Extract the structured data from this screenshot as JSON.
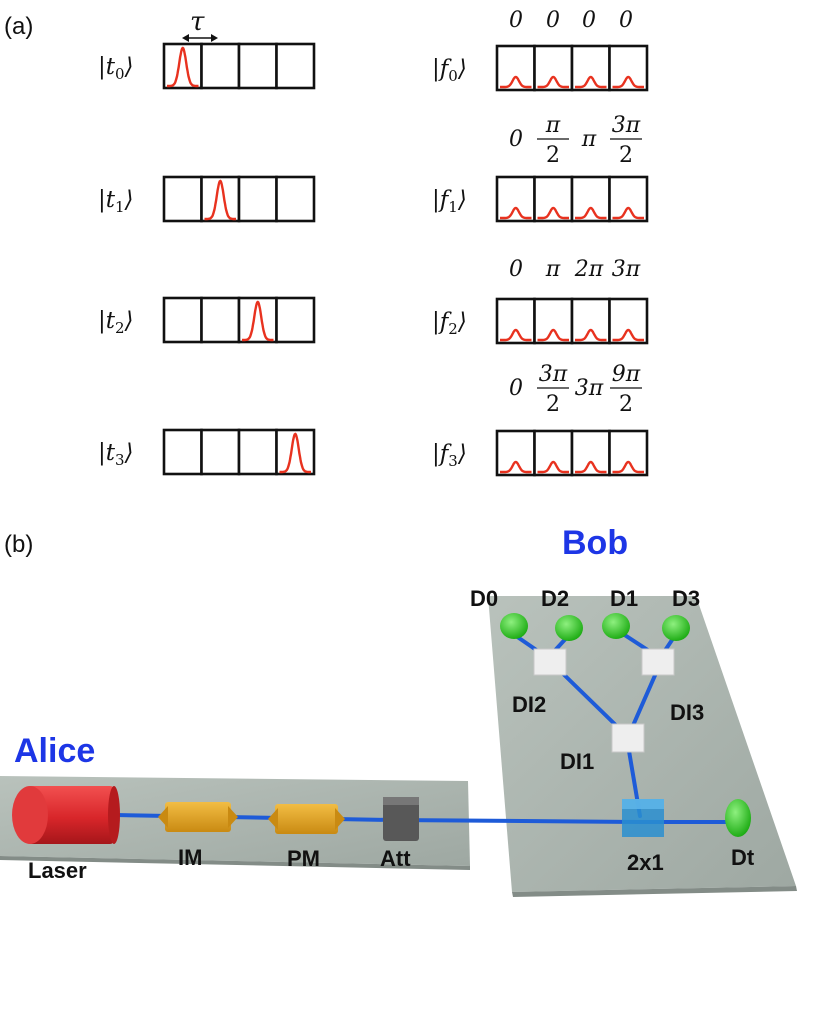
{
  "panel_a": {
    "label": "(a)",
    "tau": "τ",
    "time_bins": [
      {
        "ket": "t",
        "sub": "0",
        "bin": 0
      },
      {
        "ket": "t",
        "sub": "1",
        "bin": 1
      },
      {
        "ket": "t",
        "sub": "2",
        "bin": 2
      },
      {
        "ket": "t",
        "sub": "3",
        "bin": 3
      }
    ],
    "phase_states": [
      {
        "ket": "f",
        "sub": "0",
        "phases": [
          "0",
          "0",
          "0",
          "0"
        ]
      },
      {
        "ket": "f",
        "sub": "1",
        "phases": [
          "0",
          "π/2",
          "π",
          "3π/2"
        ]
      },
      {
        "ket": "f",
        "sub": "2",
        "phases": [
          "0",
          "π",
          "2π",
          "3π"
        ]
      },
      {
        "ket": "f",
        "sub": "3",
        "phases": [
          "0",
          "3π/2",
          "3π",
          "9π/2"
        ]
      }
    ]
  },
  "panel_b": {
    "label": "(b)",
    "alice": "Alice",
    "bob": "Bob",
    "alice_components": [
      "Laser",
      "IM",
      "PM",
      "Att"
    ],
    "bob_components": {
      "coupler": "2x1",
      "interferometers": [
        "DI1",
        "DI2",
        "DI3"
      ],
      "detectors": [
        "D0",
        "D2",
        "D1",
        "D3",
        "Dt"
      ]
    }
  },
  "colors": {
    "pulse": "#e8321f",
    "label_blue": "#1d36e6",
    "beam": "#1e5bd8",
    "laser": "#d8262a",
    "modulator": "#e0a11e",
    "attenuator": "#555555",
    "detector": "#22c21a",
    "table": "#a9b3ad",
    "coupler": "#2a8fd0",
    "interferometer": "#ececec"
  }
}
